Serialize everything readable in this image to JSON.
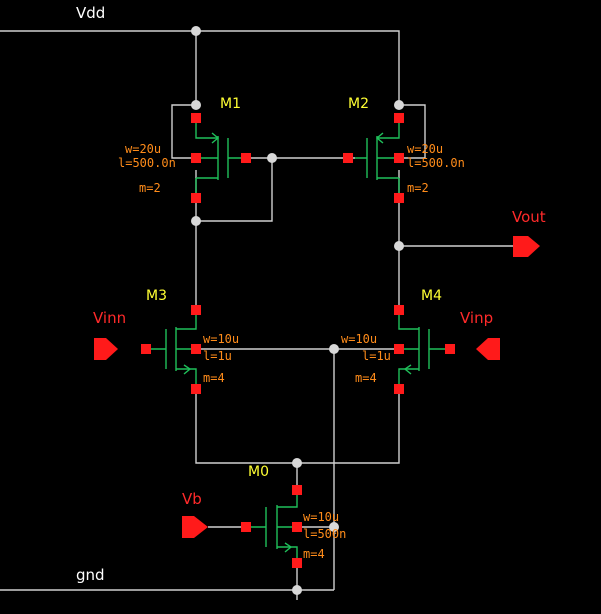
{
  "colors": {
    "background": "#000000",
    "wire": "#cfcfcf",
    "device": "#1fbf5a",
    "pin": "#ff1a1a",
    "instance_label": "#ffff33",
    "parameter": "#ff8c1a",
    "net_label": "#ffffff"
  },
  "nets": {
    "vdd": "Vdd",
    "gnd": "gnd"
  },
  "pins": {
    "vout": "Vout",
    "vinn": "Vinn",
    "vinp": "Vinp",
    "vb": "Vb"
  },
  "transistors": {
    "m1": {
      "name": "M1",
      "w": "w=20u",
      "l": "l=500.0n",
      "m": "m=2"
    },
    "m2": {
      "name": "M2",
      "w": "w=20u",
      "l": "l=500.0n",
      "m": "m=2"
    },
    "m3": {
      "name": "M3",
      "w": "w=10u",
      "l": "l=1u",
      "m": "m=4"
    },
    "m4": {
      "name": "M4",
      "w": "w=10u",
      "l": "l=1u",
      "m": "m=4"
    },
    "m0": {
      "name": "M0",
      "w": "w=10u",
      "l": "l=500n",
      "m": "m=4"
    }
  }
}
